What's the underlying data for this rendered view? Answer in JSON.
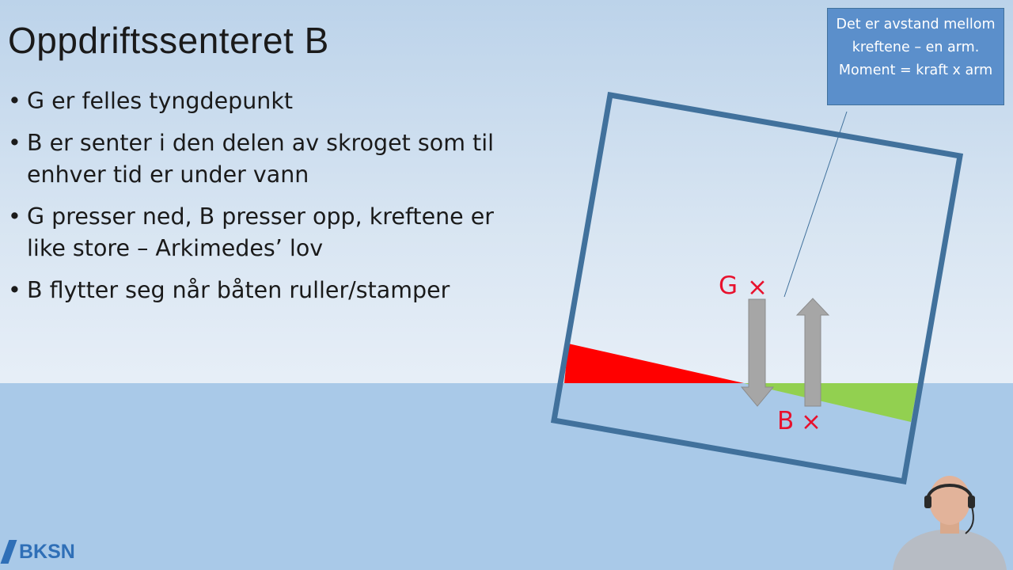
{
  "slide": {
    "title": "Oppdriftssenteret B",
    "bullets": [
      {
        "text": "G er felles tyngdepunkt"
      },
      {
        "text": "B er senter i den delen av skroget som til enhver tid er under vann"
      },
      {
        "text": "G presser ned, B presser opp, kreftene er like store – Arkimedes’ lov"
      },
      {
        "text": "B flytter seg når båten ruller/stamper"
      }
    ],
    "bullet_glyph": "•"
  },
  "callout": {
    "text": "Det er avstand mellom kreftene – en arm. Moment = kraft x arm"
  },
  "diagram": {
    "g_label": "G",
    "b_label": "B",
    "marker": "×",
    "colors": {
      "hull_outline": "#41719c",
      "emerged_wedge": "#ff0000",
      "submerged_wedge": "#92d050",
      "force_arrow": "#a6a6a6",
      "label": "#e8112d"
    }
  },
  "logo": {
    "text": "BKSN",
    "color": "#2f6fb7"
  }
}
